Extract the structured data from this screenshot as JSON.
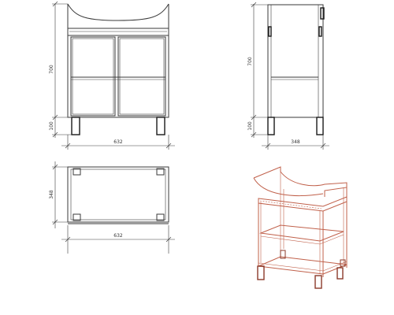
{
  "front_view": {
    "height_upper": "700",
    "height_legs": "100",
    "width": "632"
  },
  "side_view": {
    "height_upper": "700",
    "height_legs": "100",
    "depth": "348"
  },
  "top_view": {
    "depth": "348",
    "width": "632"
  },
  "colors": {
    "line": "#3a3a3a",
    "heavy": "#1a1a1a",
    "iso_edge": "#c0604a",
    "iso_leg": "#8b3a2a"
  }
}
